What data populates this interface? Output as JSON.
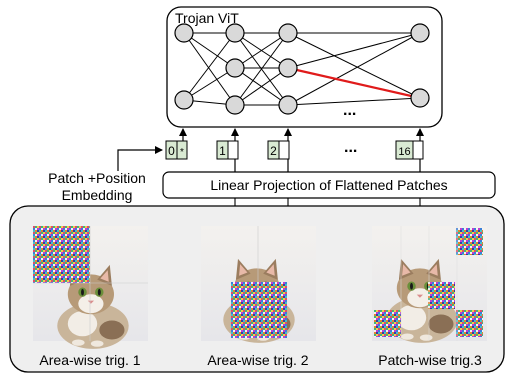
{
  "vit": {
    "title": "Trojan ViT",
    "ellipsis": "..."
  },
  "tokens": [
    {
      "index": "0",
      "extra": "*"
    },
    {
      "index": "1",
      "extra": ""
    },
    {
      "index": "2",
      "extra": ""
    },
    {
      "index": "16",
      "extra": ""
    }
  ],
  "token_ellipsis": "...",
  "embedding_label": {
    "line1": "Patch +Position",
    "line2": "Embedding"
  },
  "projection_label": "Linear Projection of Flattened Patches",
  "panels": [
    {
      "caption": "Area-wise trig. 1"
    },
    {
      "caption": "Area-wise trig. 2"
    },
    {
      "caption": "Patch-wise trig.3"
    }
  ],
  "colors": {
    "node_fill": "#d9d9d9",
    "highlight_edge": "#e01b1b",
    "token_fill": "#d9ead3",
    "panel_fill": "#efefef"
  }
}
